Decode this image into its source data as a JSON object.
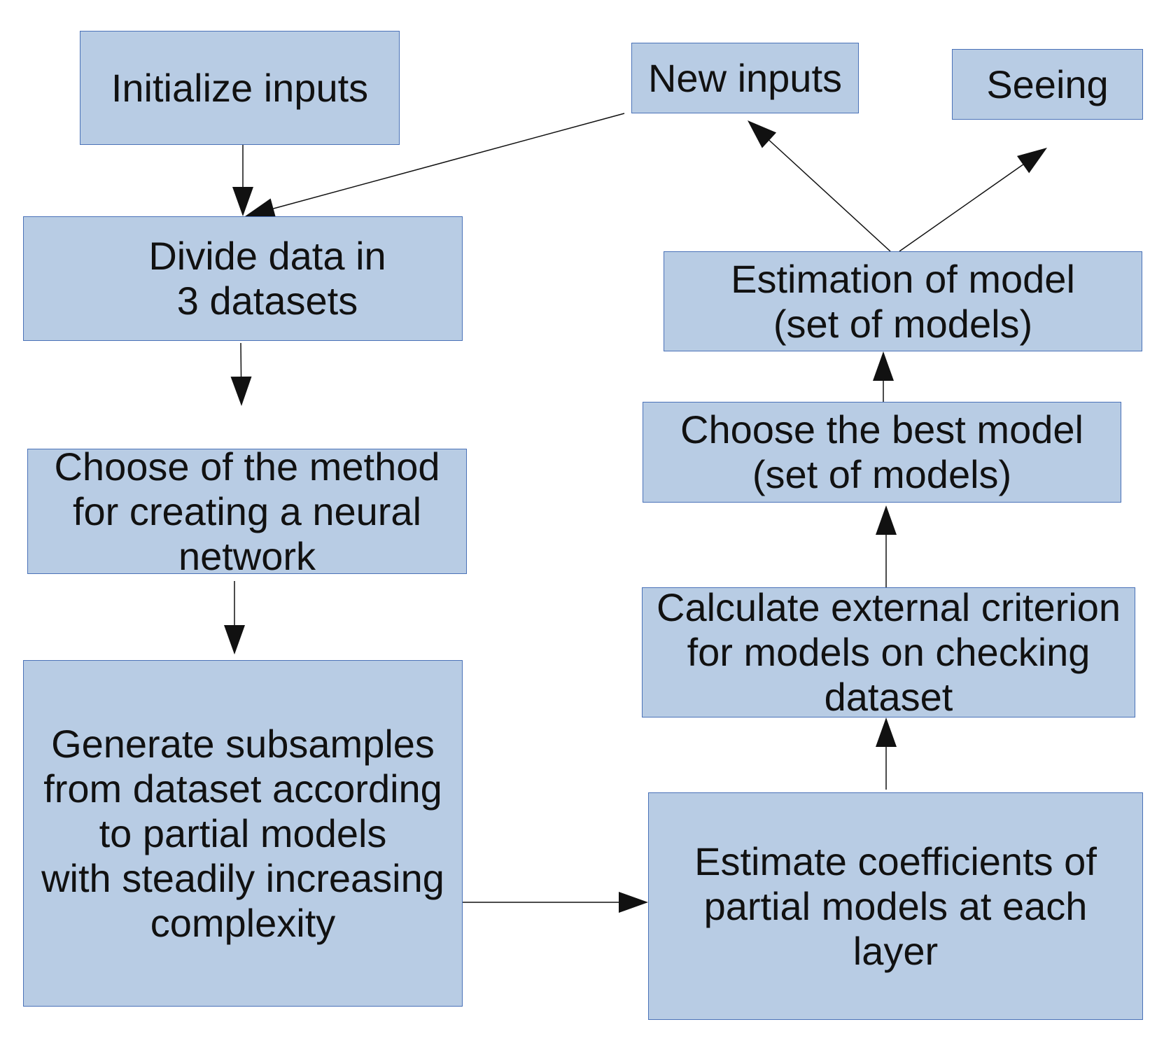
{
  "diagram": {
    "nodes": [
      {
        "id": "initialize-inputs",
        "lines": [
          "Initialize inputs"
        ]
      },
      {
        "id": "divide-data",
        "lines": [
          "Divide data in",
          "3 datasets"
        ]
      },
      {
        "id": "choose-method",
        "lines": [
          "Choose of the method",
          "for creating a neural",
          "network"
        ]
      },
      {
        "id": "generate-subsamples",
        "lines": [
          "Generate subsamples",
          "from dataset according",
          "to partial models",
          "with steadily increasing",
          "complexity"
        ]
      },
      {
        "id": "estimate-coefficients",
        "lines": [
          "Estimate coefficients of",
          "partial models at each",
          "layer"
        ]
      },
      {
        "id": "calculate-criterion",
        "lines": [
          "Calculate external criterion",
          "for models on checking",
          "dataset"
        ]
      },
      {
        "id": "choose-best",
        "lines": [
          "Choose the best model",
          "(set of models)"
        ]
      },
      {
        "id": "estimation-model",
        "lines": [
          "Estimation of model",
          "(set of models)"
        ]
      },
      {
        "id": "new-inputs",
        "lines": [
          "New inputs"
        ]
      },
      {
        "id": "seeing",
        "lines": [
          "Seeing"
        ]
      }
    ],
    "edges": [
      {
        "from": "initialize-inputs",
        "to": "divide-data"
      },
      {
        "from": "new-inputs",
        "to": "divide-data"
      },
      {
        "from": "divide-data",
        "to": "choose-method"
      },
      {
        "from": "choose-method",
        "to": "generate-subsamples"
      },
      {
        "from": "generate-subsamples",
        "to": "estimate-coefficients"
      },
      {
        "from": "estimate-coefficients",
        "to": "calculate-criterion"
      },
      {
        "from": "calculate-criterion",
        "to": "choose-best"
      },
      {
        "from": "choose-best",
        "to": "estimation-model"
      },
      {
        "from": "estimation-model",
        "to": "new-inputs"
      },
      {
        "from": "estimation-model",
        "to": "seeing"
      }
    ],
    "colors": {
      "box_fill": "#b8cce4",
      "box_border": "#4a72b8",
      "text": "#111111",
      "arrow": "#111111"
    }
  }
}
